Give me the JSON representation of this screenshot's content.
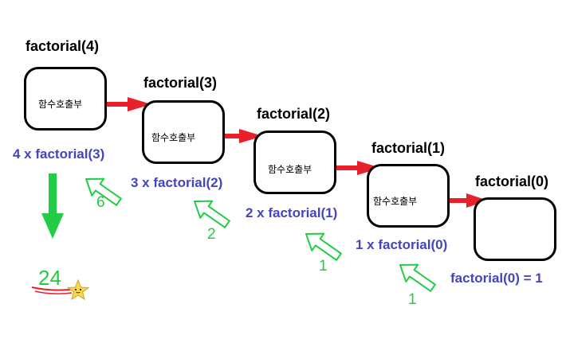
{
  "colors": {
    "call_arrow": "#e8202a",
    "return_arrow": "#22cc44",
    "expression": "#4444bb",
    "result_underline": "#e8202a",
    "star": "#ffd84a"
  },
  "calls": [
    {
      "title": "factorial(4)",
      "label": "함수호출부",
      "expression": "4 x factorial(3)"
    },
    {
      "title": "factorial(3)",
      "label": "함수호출부",
      "expression": "3 x factorial(2)",
      "return_value": "6"
    },
    {
      "title": "factorial(2)",
      "label": "함수호출부",
      "expression": "2 x factorial(1)",
      "return_value": "2"
    },
    {
      "title": "factorial(1)",
      "label": "함수호출부",
      "expression": "1 x factorial(0)",
      "return_value": "1"
    },
    {
      "title": "factorial(0)",
      "expression": "factorial(0) = 1",
      "return_value": "1"
    }
  ],
  "result": {
    "value": "24",
    "icon": "star-icon"
  }
}
